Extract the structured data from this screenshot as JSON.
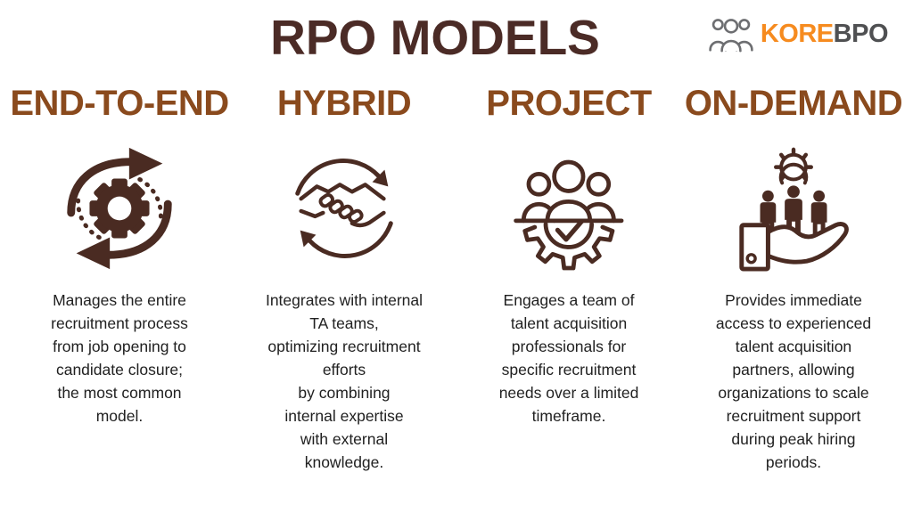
{
  "header": {
    "title": "RPO MODELS"
  },
  "logo": {
    "brand_primary": "KORE",
    "brand_secondary": "BPO",
    "icon": "people-group-icon",
    "primary_color": "#f68b1f",
    "secondary_color": "#4f5052"
  },
  "colors": {
    "background": "#ffffff",
    "title": "#4b2b26",
    "column_heading": "#8a4a1d",
    "icon_stroke": "#4a2b22",
    "body_text": "#212121"
  },
  "columns": [
    {
      "title": "END-TO-END",
      "icon": "process-cycle-gear-icon",
      "description": "Manages the entire\nrecruitment process\nfrom job opening to\ncandidate closure;\nthe most common\nmodel."
    },
    {
      "title": "HYBRID",
      "icon": "handshake-cycle-icon",
      "description": "Integrates with internal\nTA teams,\noptimizing recruitment\nefforts\nby combining\ninternal expertise\nwith external\nknowledge."
    },
    {
      "title": "PROJECT",
      "icon": "team-gear-check-icon",
      "description": "Engages a team of\ntalent acquisition\nprofessionals for\nspecific recruitment\nneeds over a limited\ntimeframe."
    },
    {
      "title": "ON-DEMAND",
      "icon": "hand-offering-talent-icon",
      "description": "Provides immediate\naccess to experienced\ntalent acquisition\npartners, allowing\norganizations to scale\nrecruitment support\nduring peak hiring\nperiods."
    }
  ]
}
